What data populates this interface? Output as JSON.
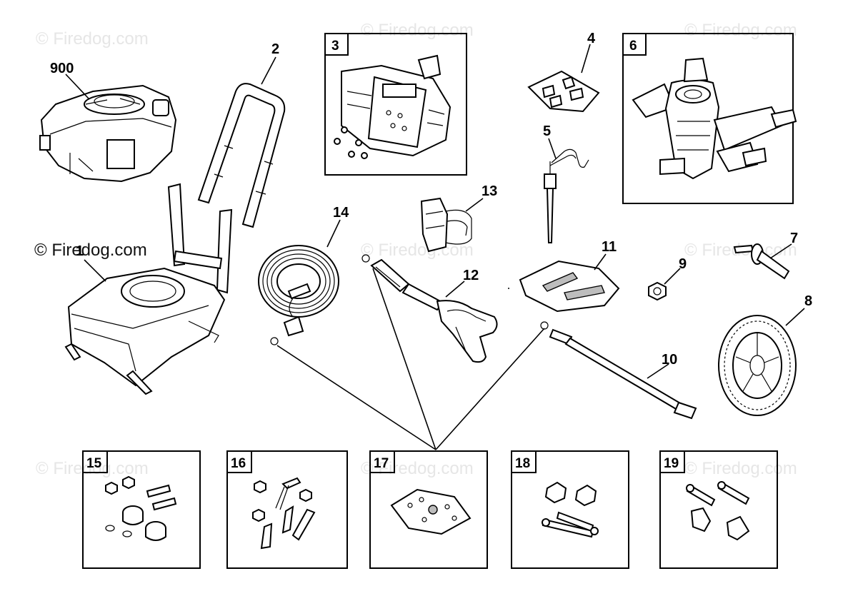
{
  "watermark": "© Firedog.com",
  "watermark_dark": "© Firedog.com",
  "callouts": {
    "c900": "900",
    "c1": "1",
    "c2": "2",
    "c3": "3",
    "c4": "4",
    "c5": "5",
    "c6": "6",
    "c7": "7",
    "c8": "8",
    "c9": "9",
    "c10": "10",
    "c11": "11",
    "c12": "12",
    "c13": "13",
    "c14": "14",
    "c15": "15",
    "c16": "16",
    "c17": "17",
    "c18": "18",
    "c19": "19"
  },
  "icons": [
    "engine",
    "frame",
    "handle",
    "control-panel",
    "nozzle-kit",
    "detergent-tube",
    "pump",
    "axle",
    "wheel",
    "nut",
    "lance",
    "seal-kit",
    "spray-gun",
    "gun-holder",
    "hose",
    "hardware-kit"
  ]
}
